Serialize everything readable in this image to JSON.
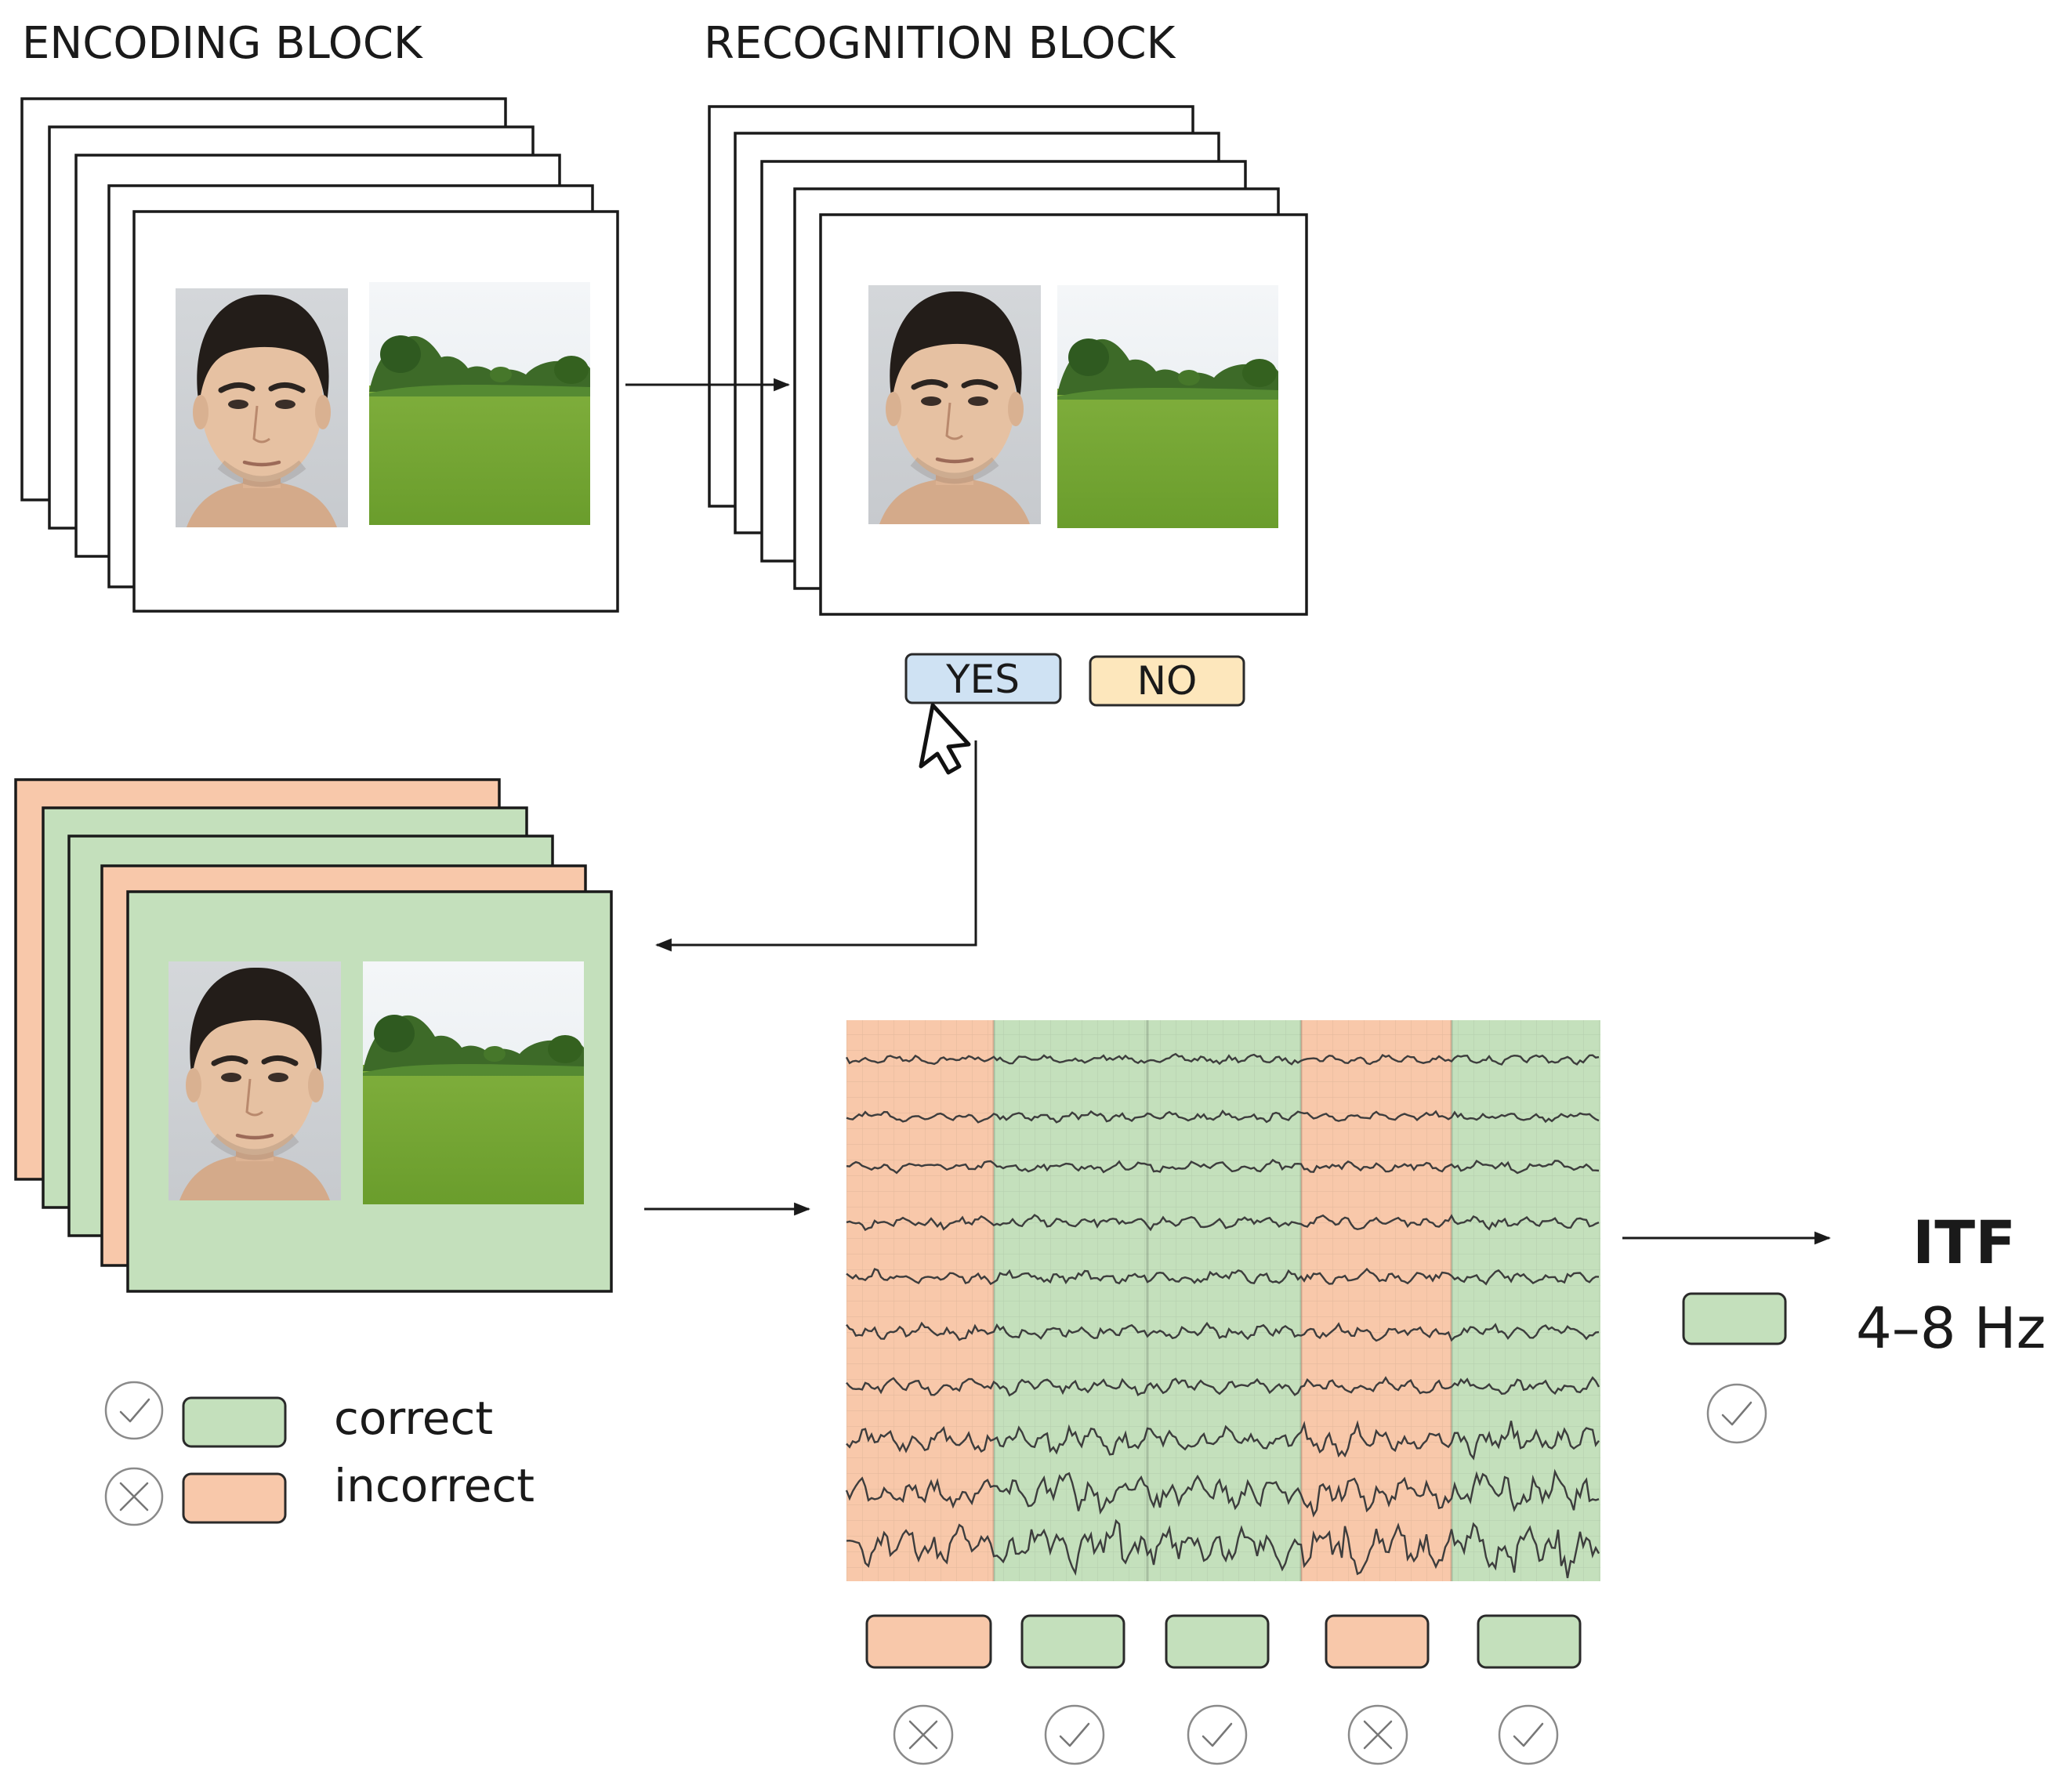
{
  "encoding_block": {
    "title": "ENCODING BLOCK"
  },
  "recognition_block": {
    "title": "RECOGNITION BLOCK"
  },
  "response_buttons": {
    "yes": "YES",
    "no": "NO"
  },
  "legend": {
    "correct": "correct",
    "incorrect": "incorrect"
  },
  "result": {
    "label": "ITF",
    "band": "4–8 Hz"
  },
  "colors": {
    "correct": "#c4e0bc",
    "incorrect": "#f8c8aa",
    "yes_button": "#cfe2f3",
    "no_button": "#fde7bc"
  },
  "encoding_stack": {
    "card_colors": [
      "white",
      "white",
      "white",
      "white",
      "white"
    ]
  },
  "recognition_stack": {
    "card_colors": [
      "white",
      "white",
      "white",
      "white",
      "white"
    ]
  },
  "sorted_stack": {
    "card_colors": [
      "incorrect",
      "correct",
      "correct",
      "incorrect",
      "correct"
    ]
  },
  "eeg_segments": [
    {
      "status": "incorrect",
      "icon": "cross-circle-icon"
    },
    {
      "status": "correct",
      "icon": "check-circle-icon"
    },
    {
      "status": "correct",
      "icon": "check-circle-icon"
    },
    {
      "status": "incorrect",
      "icon": "cross-circle-icon"
    },
    {
      "status": "correct",
      "icon": "check-circle-icon"
    }
  ],
  "icons": {
    "pointer": "mouse-pointer-icon",
    "check": "check-circle-icon",
    "cross": "cross-circle-icon",
    "face": "face-photo",
    "scene": "landscape-photo"
  }
}
